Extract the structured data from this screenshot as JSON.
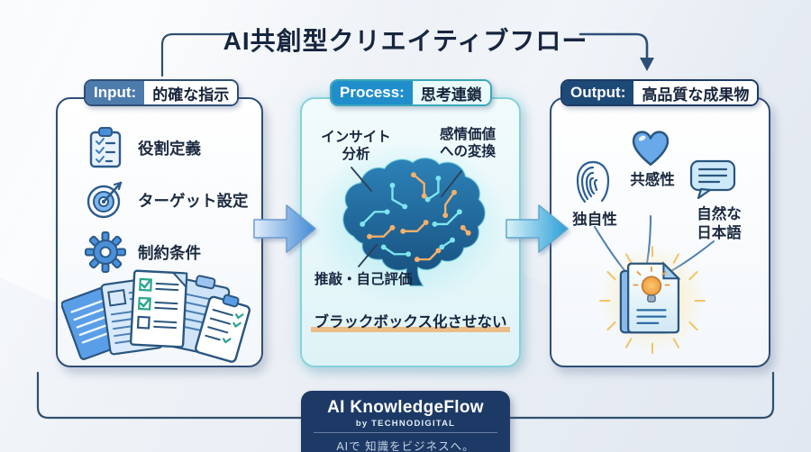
{
  "title": "AI共創型クリエイティブフロー",
  "input": {
    "label": "Input:",
    "sublabel": "的確な指示",
    "items": [
      {
        "icon": "clipboard-icon",
        "label": "役割定義"
      },
      {
        "icon": "target-icon",
        "label": "ターゲット設定"
      },
      {
        "icon": "gear-icon",
        "label": "制約条件"
      }
    ],
    "illustration": "documents-checklists"
  },
  "process": {
    "label": "Process:",
    "sublabel": "思考連鎖",
    "ann_insight_1": "インサイト",
    "ann_insight_2": "分析",
    "ann_emotion_1": "感情価値",
    "ann_emotion_2": "への変換",
    "ann_refine": "推敲・自己評価",
    "note": "ブラックボックス化させない",
    "illustration": "brain-circuit"
  },
  "output": {
    "label": "Output:",
    "sublabel": "高品質な成果物",
    "items": [
      {
        "icon": "fingerprint-icon",
        "label": "独自性"
      },
      {
        "icon": "heart-icon",
        "label": "共感性"
      },
      {
        "icon": "speech-bubble-icon",
        "label_1": "自然な",
        "label_2": "日本語"
      }
    ],
    "illustration": "glowing-document-lightbulb"
  },
  "footer": {
    "brand": "AI KnowledgeFlow",
    "byline": "by TECHNODIGITAL",
    "tagline": "AIで 知識をビジネスへ。"
  },
  "colors": {
    "navy_border": "#2e4e78",
    "process_border": "#86d2da",
    "process_label_blue": "#1f8ecb",
    "input_label_blue": "#4d7bac",
    "output_label_navy": "#1d4976",
    "footer_navy": "#1d3a66",
    "highlight_tan": "#ecbd88",
    "circuit_cyan": "#7ee6ee",
    "circuit_orange": "#f6b06a",
    "arrow_blue": "#3f8ad6"
  }
}
